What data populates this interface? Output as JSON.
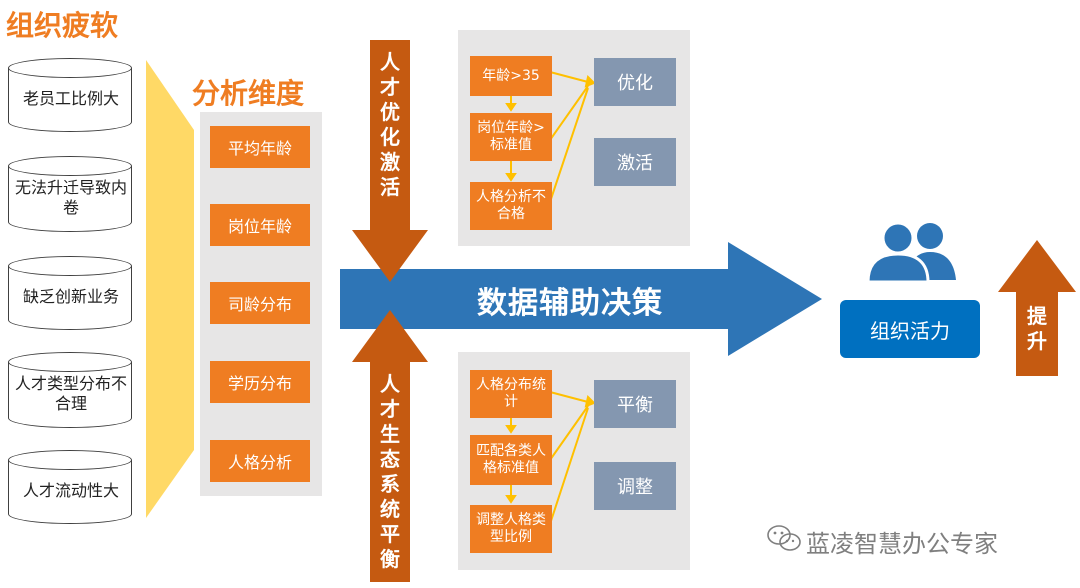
{
  "section_left": {
    "title": "组织疲软",
    "items": [
      "老员工比例大",
      "无法升迁导致内卷",
      "缺乏创新业务",
      "人才类型分布不合理",
      "人才流动性大"
    ]
  },
  "section_dimensions": {
    "title": "分析维度",
    "items": [
      "平均年龄",
      "岗位年龄",
      "司龄分布",
      "学历分布",
      "人格分析"
    ]
  },
  "arrow_top_label": "人才优化激活",
  "arrow_bottom_label": "人才生态系统平衡",
  "main_arrow_label": "数据辅助决策",
  "top_panel": {
    "steps": [
      "年龄>35",
      "岗位年龄>标准值",
      "人格分析不合格"
    ],
    "outcomes": [
      "优化",
      "激活"
    ]
  },
  "bottom_panel": {
    "steps": [
      "人格分布统计",
      "匹配各类人格标准值",
      "调整人格类型比例"
    ],
    "outcomes": [
      "平衡",
      "调整"
    ]
  },
  "result_box_label": "组织活力",
  "up_arrow_label": "提升",
  "watermark": "蓝凌智慧办公专家",
  "colors": {
    "orange": "#ef7d22",
    "dark_orange": "#c55a11",
    "blue": "#2e75b6",
    "slate": "#8497b0",
    "panel_gray": "#e7e6e6",
    "funnel_yellow": "#ffd966"
  },
  "icons": [
    "users-icon",
    "wechat-icon"
  ]
}
